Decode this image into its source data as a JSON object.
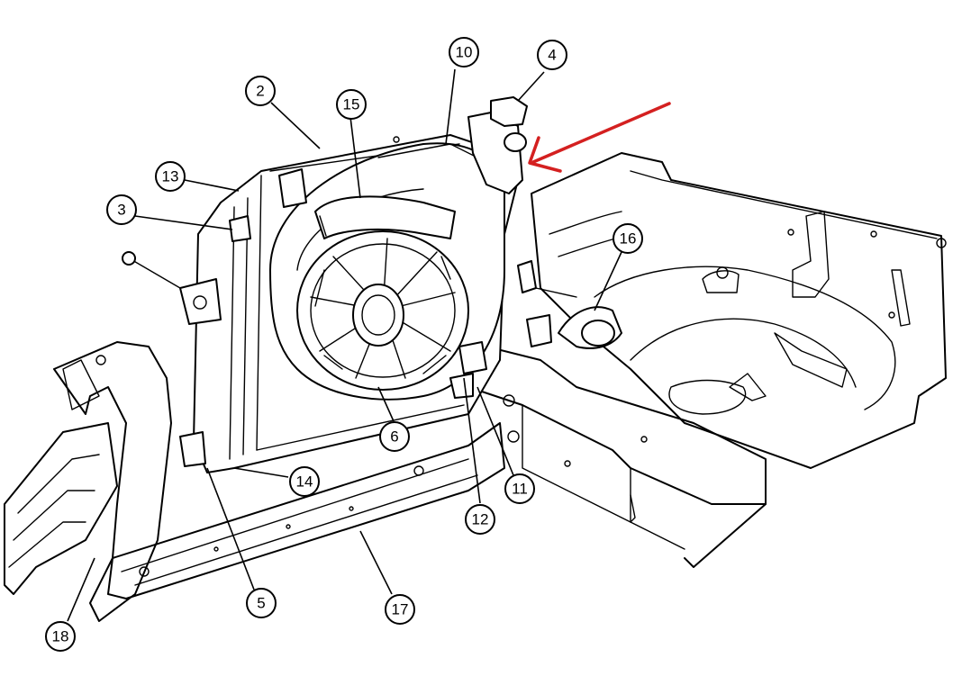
{
  "callouts": [
    {
      "id": "c2",
      "label": "2"
    },
    {
      "id": "c3",
      "label": "3"
    },
    {
      "id": "c4",
      "label": "4"
    },
    {
      "id": "c5",
      "label": "5"
    },
    {
      "id": "c6",
      "label": "6"
    },
    {
      "id": "c10",
      "label": "10"
    },
    {
      "id": "c11",
      "label": "11"
    },
    {
      "id": "c12",
      "label": "12"
    },
    {
      "id": "c13",
      "label": "13"
    },
    {
      "id": "c14",
      "label": "14"
    },
    {
      "id": "c15",
      "label": "15"
    },
    {
      "id": "c16",
      "label": "16"
    },
    {
      "id": "c17",
      "label": "17"
    },
    {
      "id": "c18",
      "label": "18"
    }
  ],
  "annotation": {
    "arrow_color": "#d42020"
  }
}
